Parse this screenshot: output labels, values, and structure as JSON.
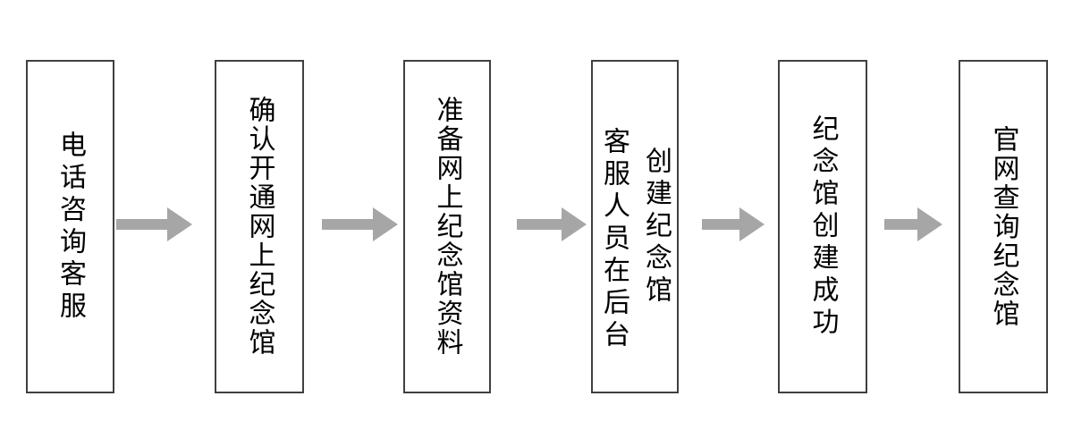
{
  "figure": {
    "type": "flowchart",
    "direction": "left-to-right",
    "background_color": "#ffffff",
    "box_border_color": "#404040",
    "arrow_color": "#a6a6a6",
    "text_color": "#000000"
  },
  "steps": [
    {
      "lines": [
        "电话咨询客服"
      ]
    },
    {
      "lines": [
        "确认开通网上纪念馆"
      ]
    },
    {
      "lines": [
        "准备网上纪念馆资料"
      ]
    },
    {
      "lines": [
        "客服人员在后台",
        "创建纪念馆"
      ]
    },
    {
      "lines": [
        "纪念馆创建成功"
      ]
    },
    {
      "lines": [
        "官网查询纪念馆"
      ]
    }
  ]
}
